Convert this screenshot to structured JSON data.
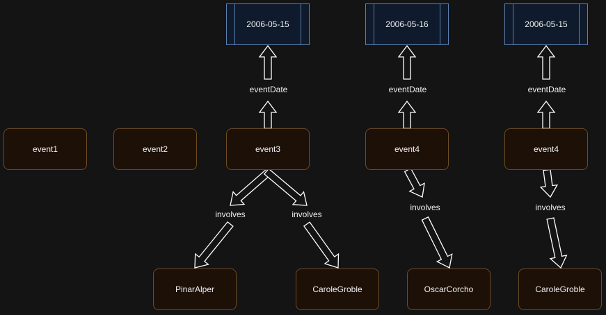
{
  "events": [
    {
      "id": "e1",
      "label": "event1"
    },
    {
      "id": "e2",
      "label": "event2"
    },
    {
      "id": "e3",
      "label": "event3"
    },
    {
      "id": "e4a",
      "label": "event4"
    },
    {
      "id": "e4b",
      "label": "event4"
    }
  ],
  "dates": [
    {
      "id": "d1",
      "label": "2006-05-15"
    },
    {
      "id": "d2",
      "label": "2006-05-16"
    },
    {
      "id": "d3",
      "label": "2006-05-15"
    }
  ],
  "people": [
    {
      "id": "p1",
      "label": "PinarAlper"
    },
    {
      "id": "p2",
      "label": "CaroleGroble"
    },
    {
      "id": "p3",
      "label": "OscarCorcho"
    },
    {
      "id": "p4",
      "label": "CaroleGroble"
    }
  ],
  "edges": [
    {
      "id": "r1",
      "label": "eventDate"
    },
    {
      "id": "r2",
      "label": "eventDate"
    },
    {
      "id": "r3",
      "label": "eventDate"
    },
    {
      "id": "r4",
      "label": "involves"
    },
    {
      "id": "r5",
      "label": "involves"
    },
    {
      "id": "r6",
      "label": "involves"
    },
    {
      "id": "r7",
      "label": "involves"
    }
  ],
  "colors": {
    "background": "#141414",
    "event_fill": "#1d1007",
    "event_border": "#6d4c24",
    "date_fill": "#0f1b2c",
    "date_border": "#5a7fb0",
    "arrow_stroke": "#ffffff"
  }
}
